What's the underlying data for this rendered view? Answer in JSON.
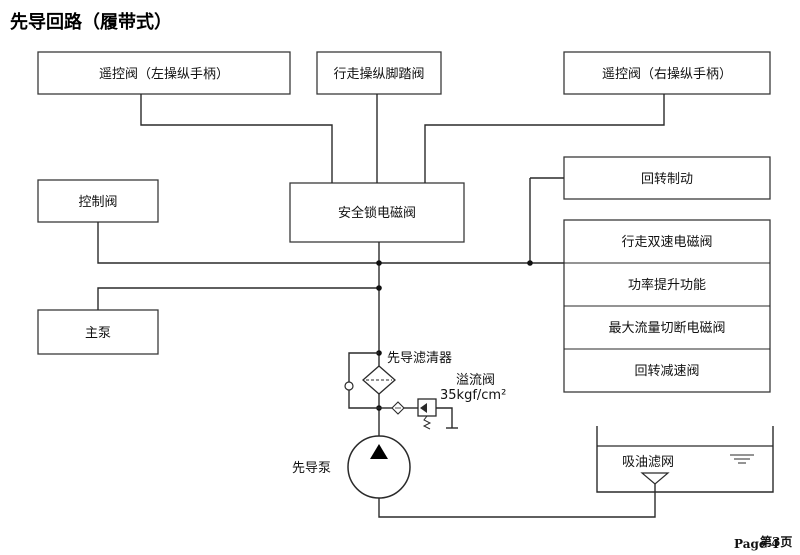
{
  "title": "先导回路（履带式）",
  "blocks": {
    "remote_left": "遥控阀（左操纵手柄）",
    "travel_pedal": "行走操纵脚踏阀",
    "remote_right": "遥控阀（右操纵手柄）",
    "control_valve": "控制阀",
    "safety_lock": "安全锁电磁阀",
    "swing_brake": "回转制动",
    "main_pump": "主泵"
  },
  "solenoid_group": [
    "行走双速电磁阀",
    "功率提升功能",
    "最大流量切断电磁阀",
    "回转减速阀"
  ],
  "components": {
    "pilot_filter": "先导滤清器",
    "relief_valve": "溢流阀",
    "relief_pressure": "35kgf/cm²",
    "pilot_pump": "先导泵",
    "suction_filter": "吸油滤网"
  },
  "footer": {
    "page_label": "Page 4",
    "page_suffix": "第3页"
  }
}
